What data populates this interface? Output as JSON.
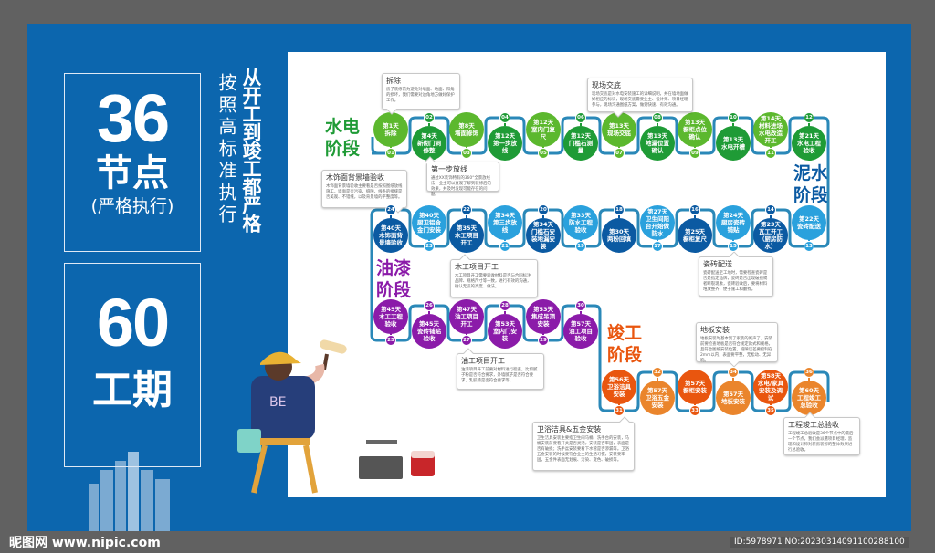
{
  "left": {
    "nodes_number": "36",
    "nodes_label": "节点",
    "nodes_sub": "(严格执行)",
    "period_number": "60",
    "period_label": "工期",
    "slogan_1": "按照高标准执行",
    "slogan_2": "从开工到竣工都严格"
  },
  "stages": {
    "hydro": "水电\n阶段",
    "tile": "泥水\n阶段",
    "paint": "油漆\n阶段",
    "finish": "竣工\n阶段"
  },
  "colors": {
    "panel": "#0c66ae",
    "path": "#2a88b8",
    "green_light": "#5cb82e",
    "green_dark": "#1f9b36",
    "blue_light": "#2aa1dd",
    "blue_dark": "#0b5aa2",
    "purple": "#8b1ba9",
    "orange_light": "#ea852c",
    "orange_dark": "#e9560f"
  },
  "nodes": [
    {
      "no": "01",
      "day": "第1天",
      "title": "拆除"
    },
    {
      "no": "02",
      "day": "第4天",
      "title": "新砌门洞修整"
    },
    {
      "no": "03",
      "day": "第8天",
      "title": "墙面修饰"
    },
    {
      "no": "04",
      "day": "第12天",
      "title": "第一步放线"
    },
    {
      "no": "05",
      "day": "第12天",
      "title": "室内门复尺"
    },
    {
      "no": "06",
      "day": "第12天",
      "title": "门槛石测量"
    },
    {
      "no": "07",
      "day": "第13天",
      "title": "现场交底"
    },
    {
      "no": "08",
      "day": "第13天",
      "title": "地漏位置确认"
    },
    {
      "no": "09",
      "day": "第13天",
      "title": "橱柜点位确认"
    },
    {
      "no": "10",
      "day": "第13天",
      "title": "水电开槽"
    },
    {
      "no": "11",
      "day": "第14天",
      "title": "材料进场水电改造开工"
    },
    {
      "no": "12",
      "day": "第21天",
      "title": "水电工程验收"
    },
    {
      "no": "13",
      "day": "第22天",
      "title": "瓷砖配送"
    },
    {
      "no": "14",
      "day": "第23天",
      "title": "瓦工开工（厨房防水）"
    },
    {
      "no": "15",
      "day": "第24天",
      "title": "厨房瓷砖铺贴"
    },
    {
      "no": "16",
      "day": "第25天",
      "title": "橱柜复尺"
    },
    {
      "no": "17",
      "day": "第27天",
      "title": "卫生间阳台开始做防水"
    },
    {
      "no": "18",
      "day": "第30天",
      "title": "两粉回填"
    },
    {
      "no": "19",
      "day": "第33天",
      "title": "防水工程验收"
    },
    {
      "no": "20",
      "day": "第34天",
      "title": "门槛石安装地漏安装"
    },
    {
      "no": "21",
      "day": "第34天",
      "title": "第三步放线"
    },
    {
      "no": "22",
      "day": "第35天",
      "title": "木工项目开工"
    },
    {
      "no": "23",
      "day": "第40天",
      "title": "厨卫铝合金门安装"
    },
    {
      "no": "24",
      "day": "第40天",
      "title": "木饰面背景墙验收"
    },
    {
      "no": "25",
      "day": "第45天",
      "title": "木工工程验收"
    },
    {
      "no": "26",
      "day": "第45天",
      "title": "瓷砖铺贴验收"
    },
    {
      "no": "27",
      "day": "第47天",
      "title": "油工项目开工"
    },
    {
      "no": "28",
      "day": "第53天",
      "title": "室内门安装"
    },
    {
      "no": "29",
      "day": "第53天",
      "title": "集成吊顶安装"
    },
    {
      "no": "30",
      "day": "第57天",
      "title": "油工项目验收"
    },
    {
      "no": "31",
      "day": "第56天",
      "title": "卫浴洁具安装"
    },
    {
      "no": "32",
      "day": "第57天",
      "title": "卫浴五金安装"
    },
    {
      "no": "33",
      "day": "第57天",
      "title": "橱柜安装"
    },
    {
      "no": "34",
      "day": "第57天",
      "title": "地板安装"
    },
    {
      "no": "35",
      "day": "第58天",
      "title": "水电/家具安装及调试"
    },
    {
      "no": "36",
      "day": "第60天",
      "title": "工程竣工总验收"
    }
  ],
  "callouts": [
    {
      "title": "拆除",
      "text": "房子装修前为避免对墙面、地面、阳角的损坏，我们需要对边角地方做好保护工作。"
    },
    {
      "title": "现场交底",
      "text": "现场交底是对水电安装施工的详细说明，并在墙地面做好相应的标识，现场交底需要业主、设计师、项目经理参与，现场沟通图纸方案，做到快速、有效沟通。"
    },
    {
      "title": "第一步放线",
      "text": "通过XX装饰特有的360°全景放线法，业主可以直观了解到装修后的效果，并及时发现可能存在的问题。"
    },
    {
      "title": "木饰面背景墙验收",
      "text": "木饰面背景墙验收主要看是否按照图纸放线施工，墙面是否污染，缝隙、线条的接缝是否美观、不错缝，以及背景墙的平整度等。"
    },
    {
      "title": "木工项目开工",
      "text": "木工项目开工需要验收材料是否与合同标注品牌、规格尺寸等一致，进行有效的沟通，确认无误的高度、做法。"
    },
    {
      "title": "瓷砖配送",
      "text": "瓷砖配送至工地时，需要检查瓷砖是否是指定品牌，瓷砖是否出现破损或者断裂现象，瓷砖验收后，要将材料堆放整齐，便于施工和翻找。"
    },
    {
      "title": "油工项目开工",
      "text": "油漆项目开工前要对材料进行检查，比如腻子粉是否符合要求，外墙腻子是否符合要求，乳胶漆是否符合要求等。"
    },
    {
      "title": "地板安装",
      "text": "地板安装时基本到了家装的尾声了，安装前要检查地板是否符合规定款式和规格，且符合图纸安装位置，缝隙误差要控制在2mm以内，表面要平整，无松动、无异响。"
    },
    {
      "title": "卫浴洁具&五金安装",
      "text": "卫生洁具安装主要指卫生间马桶、洗手台的安装，马桶安装前要看开关是否灵活，安装是否牢固，表面是否有破损；洗手盆安装要看下水管是否渗漏等。卫浴五金安装的时候要符合业主的生活习惯，安装要牢固，五金件表面无划痕、污染、变色、破损等。"
    },
    {
      "title": "工程竣工总验收",
      "text": "工程竣工总验收是36个节点中的最后一个节点，我们会派遣项目经理、监理和设计师对新房装修的整体效果进行总验收。"
    }
  ],
  "illustration": {
    "shirt_text": "BE"
  },
  "footer": {
    "logo": "昵图网 www.nipic.com",
    "id": "ID:5978971 NO:20230314091100288100"
  }
}
